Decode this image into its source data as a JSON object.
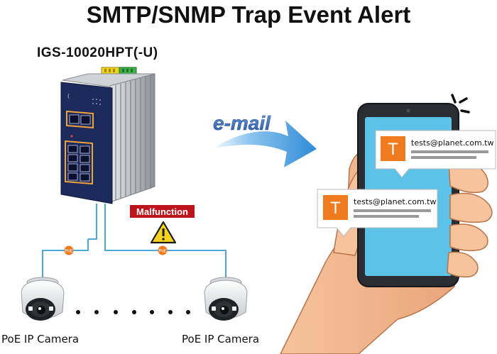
{
  "title": "SMTP/SNMP Trap Event Alert",
  "device_model": "IGS-10020HPT(-U)",
  "email_label": "e-mail",
  "malfunction_label": "Malfunction",
  "poe_badge_label": "PoE",
  "notifications": [
    {
      "icon_letter": "T",
      "sender": "tests@planet.com.tw"
    },
    {
      "icon_letter": "T",
      "sender": "tests@planet.com.tw"
    }
  ],
  "cameras": [
    {
      "label": "PoE IP Camera"
    },
    {
      "label": "PoE IP Camera"
    }
  ],
  "colors": {
    "email_blue": "#3a6fb8",
    "malfunction_red": "#c0141c",
    "poe_orange": "#f07a1e",
    "cable_blue": "#4aa8dc",
    "notif_orange": "#f07a1e",
    "phone_screen": "#5cc2e8"
  }
}
